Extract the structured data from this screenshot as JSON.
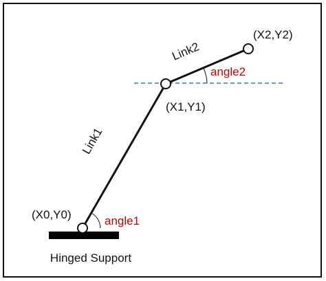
{
  "diagram": {
    "labels": {
      "link1": "Link1",
      "link2": "Link2",
      "angle1": "angle1",
      "angle2": "angle2",
      "p0": "(X0,Y0)",
      "p1": "(X1,Y1)",
      "p2": "(X2,Y2)",
      "support": "Hinged Support"
    },
    "colors": {
      "angle_text": "#c00000",
      "reference_line": "#3a6fc4",
      "link": "#111111",
      "frame": "#111111"
    }
  }
}
